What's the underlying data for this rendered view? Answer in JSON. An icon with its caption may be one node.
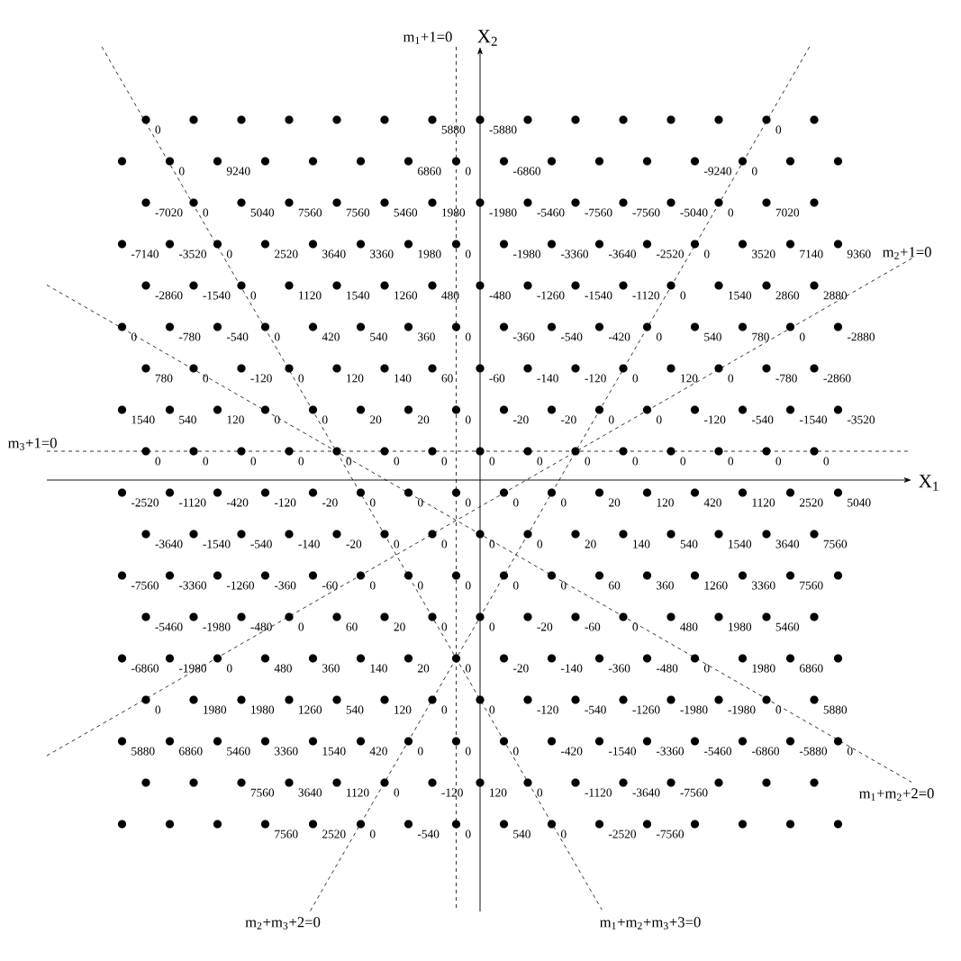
{
  "diagram": {
    "labels": [
      "m$_{1}$+1=0",
      "X$_{2}$",
      "m$_{2}$+1=0",
      "m$_{3}$+1=0",
      "X$_{1}$",
      "m$_{1}$+m$_{2}$+2=0",
      "m$_{2}$+m$_{3}$+2=0",
      "m$_{1}$+m$_{2}$+m$_{3}$+3=0",
      "0",
      "5880",
      "-5880",
      "0",
      "0",
      "9240",
      "6860",
      "0",
      "-6860",
      "-9240",
      "0",
      "-7020",
      "0",
      "5040",
      "7560",
      "7560",
      "5460",
      "1980",
      "-1980",
      "-5460",
      "-7560",
      "-7560",
      "-5040",
      "0",
      "7020",
      "-7140",
      "-3520",
      "0",
      "2520",
      "3640",
      "3360",
      "1980",
      "0",
      "-1980",
      "-3360",
      "-3640",
      "-2520",
      "0",
      "3520",
      "7140",
      "9360",
      "-2860",
      "-1540",
      "0",
      "1120",
      "1540",
      "1260",
      "480",
      "-480",
      "-1260",
      "-1540",
      "-1120",
      "0",
      "1540",
      "2860",
      "2880",
      "0",
      "-780",
      "-540",
      "0",
      "420",
      "540",
      "360",
      "0",
      "-360",
      "-540",
      "-420",
      "0",
      "540",
      "780",
      "0",
      "-2880",
      "780",
      "0",
      "-120",
      "0",
      "120",
      "140",
      "60",
      "-60",
      "-140",
      "-120",
      "0",
      "120",
      "0",
      "-780",
      "-2860",
      "1540",
      "540",
      "120",
      "0",
      "0",
      "20",
      "20",
      "0",
      "-20",
      "-20",
      "0",
      "0",
      "-120",
      "-540",
      "-1540",
      "-3520",
      "0",
      "0",
      "0",
      "0",
      "0",
      "0",
      "0",
      "0",
      "0",
      "0",
      "0",
      "0",
      "0",
      "0",
      "0",
      "-2520",
      "-1120",
      "-420",
      "-120",
      "-20",
      "0",
      "0",
      "0",
      "0",
      "0",
      "20",
      "120",
      "420",
      "1120",
      "2520",
      "5040",
      "-3640",
      "-1540",
      "-540",
      "-140",
      "-20",
      "0",
      "0",
      "0",
      "0",
      "20",
      "140",
      "540",
      "1540",
      "3640",
      "7560",
      "-7560",
      "-3360",
      "-1260",
      "-360",
      "-60",
      "0",
      "0",
      "0",
      "0",
      "0",
      "60",
      "360",
      "1260",
      "3360",
      "7560",
      "-5460",
      "-1980",
      "-480",
      "0",
      "60",
      "20",
      "0",
      "0",
      "-20",
      "-60",
      "0",
      "480",
      "1980",
      "5460",
      "-6860",
      "-1980",
      "0",
      "480",
      "360",
      "140",
      "20",
      "0",
      "-20",
      "-140",
      "-360",
      "-480",
      "0",
      "1980",
      "6860",
      "0",
      "1980",
      "1980",
      "1260",
      "540",
      "120",
      "0",
      "0",
      "-120",
      "-540",
      "-1260",
      "-1980",
      "-1980",
      "0",
      "5880",
      "5880",
      "6860",
      "5460",
      "3360",
      "1540",
      "420",
      "0",
      "0",
      "0",
      "-420",
      "-1540",
      "-3360",
      "-5460",
      "-6860",
      "-5880",
      "0",
      "7560",
      "3640",
      "1120",
      "0",
      "-120",
      "120",
      "0",
      "-1120",
      "-3640",
      "-7560",
      "7560",
      "2520",
      "0",
      "-540",
      "0",
      "540",
      "0",
      "-2520",
      "-7560"
    ]
  }
}
